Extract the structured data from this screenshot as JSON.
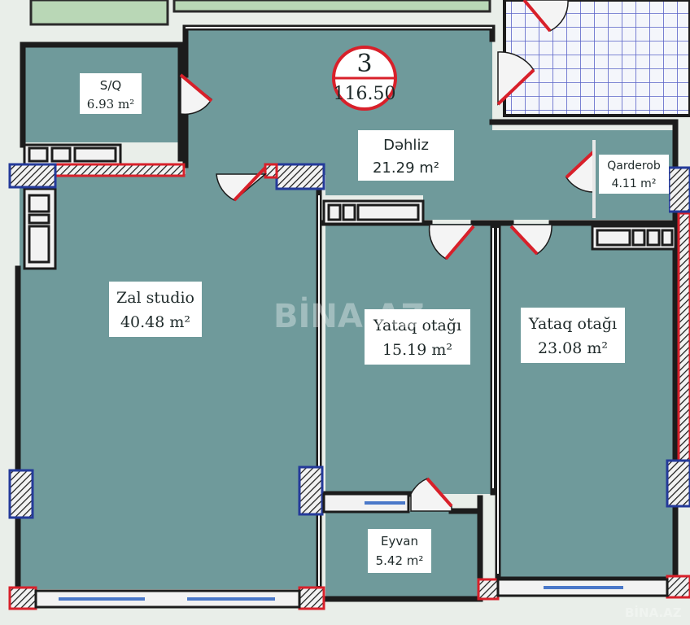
{
  "apartment": {
    "rooms_count": "3",
    "total_area": "116.50"
  },
  "rooms": {
    "sq": {
      "name": "S/Q",
      "area": "6.93 m²"
    },
    "dehliz": {
      "name": "Dəhliz",
      "area": "21.29 m²"
    },
    "qarderob": {
      "name": "Qarderob",
      "area": "4.11 m²"
    },
    "zal": {
      "name": "Zal studio",
      "area": "40.48 m²"
    },
    "yataq1": {
      "name": "Yataq otağı",
      "area": "15.19 m²"
    },
    "yataq2": {
      "name": "Yataq otağı",
      "area": "23.08 m²"
    },
    "eyvan": {
      "name": "Eyvan",
      "area": "5.42 m²"
    }
  },
  "watermark": {
    "center": "BİNA.AZ",
    "corner": "BİNA.AZ"
  },
  "colors": {
    "floor": "#6f9a9b",
    "wall": "#1c1c1c",
    "door": "#d8202a",
    "column": "#243a9a",
    "background": "#e9eee9",
    "tile_line": "#5a63c8"
  }
}
